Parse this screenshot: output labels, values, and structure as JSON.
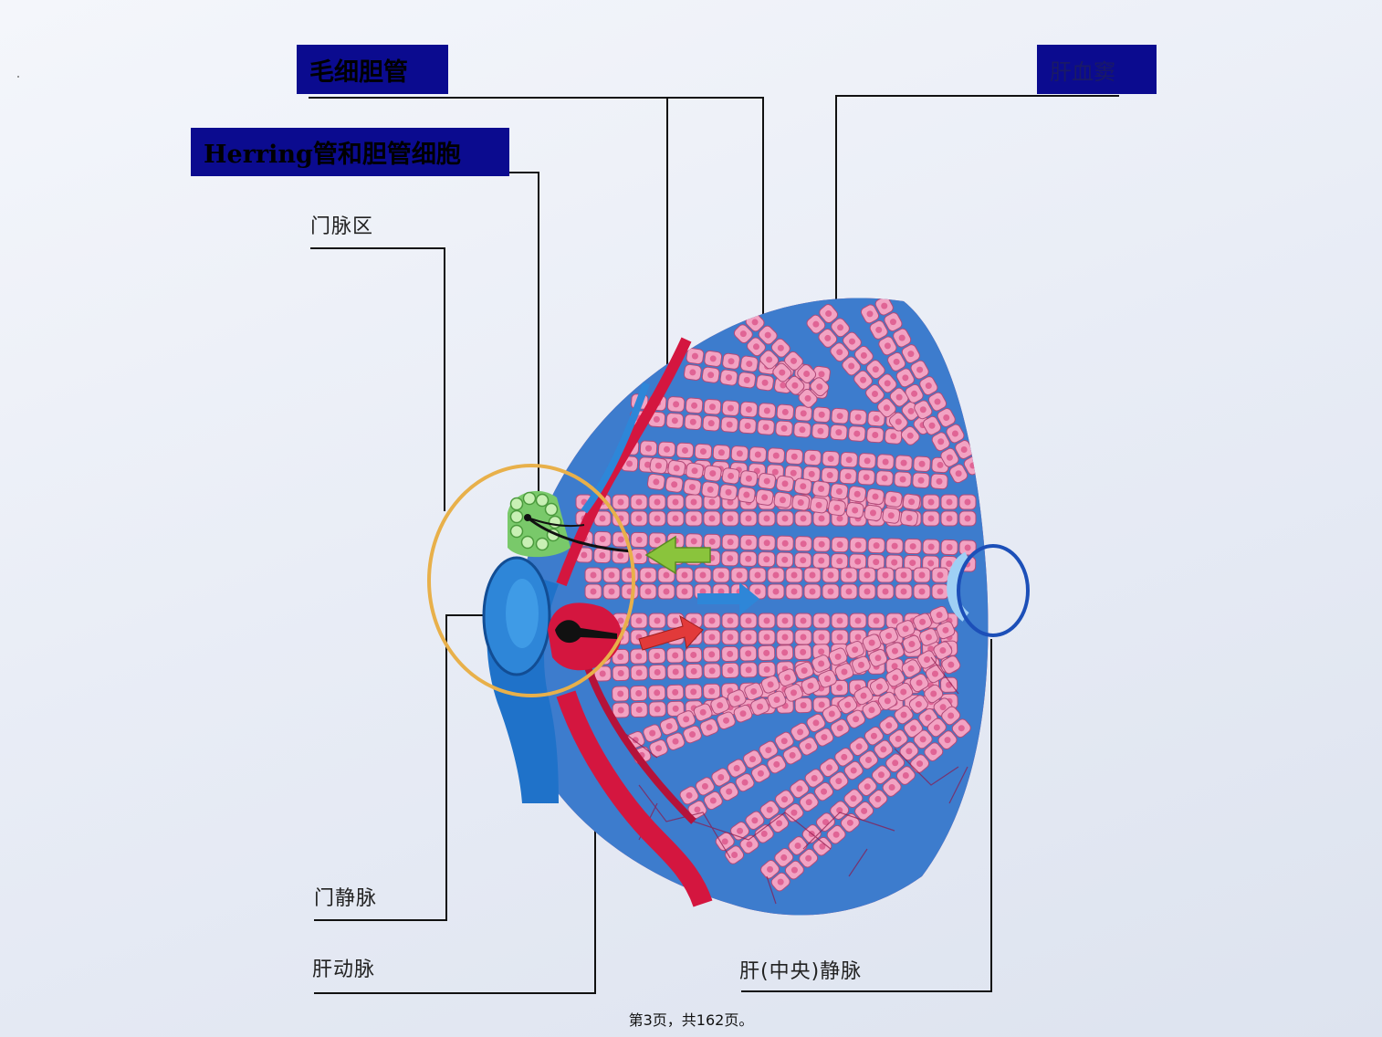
{
  "labels": {
    "bile_capillary": "毛细胆管",
    "herring_canal": "Herring管和胆管细胞",
    "sinusoid": "肝血窦",
    "portal_area": "门脉区",
    "portal_vein": "门静脉",
    "hepatic_artery": "肝动脉",
    "central_vein": "肝(中央)静脉"
  },
  "footer": "第3页，共162页。",
  "colors": {
    "label_box": "#0b0b8f",
    "hepatocyte": "#f2a3c3",
    "nucleus": "#e06495",
    "sinusoid_blue": "#2e86d8",
    "artery_red": "#d4163f",
    "tissue_magenta": "#c8256a",
    "bile_duct_green": "#79c96a",
    "portal_circle": "#e8b04a",
    "central_vein_circle": "#1c4fb8"
  }
}
